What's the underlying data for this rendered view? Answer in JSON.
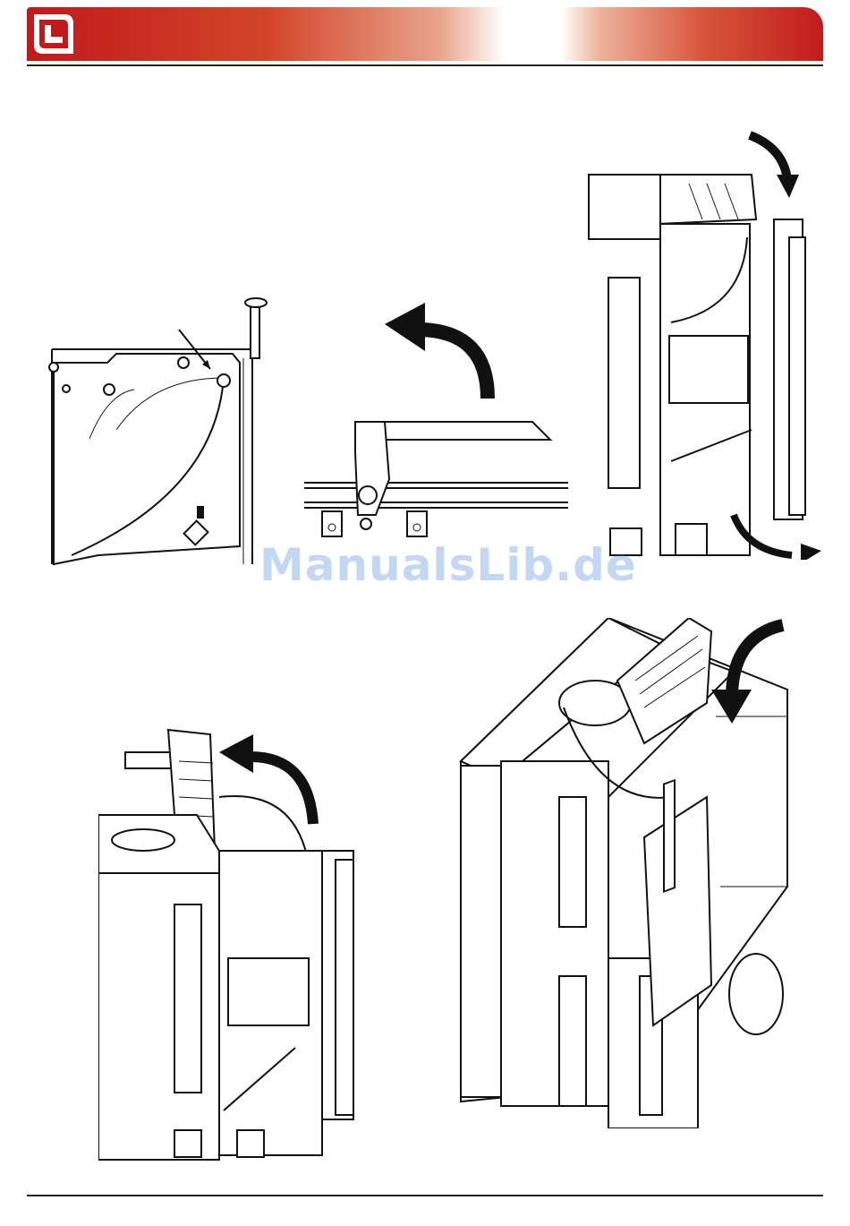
{
  "header": {
    "logo_icon": "brand-logo-icon",
    "gradient_colors": [
      "#c01a1a",
      "#ffffff",
      "#c21c1c"
    ]
  },
  "watermark": {
    "text": "ManualsLib.de"
  },
  "figures": [
    {
      "name": "damper-closeup",
      "icon": "curved-arrow-up-left-icon"
    },
    {
      "name": "hinge-detail",
      "icon": "curved-arrow-up-left-icon"
    },
    {
      "name": "side-view-door-open",
      "icon": "rotate-arrows-icon"
    },
    {
      "name": "side-view-lid-lifted",
      "icon": "curved-arrow-up-right-icon"
    },
    {
      "name": "isometric-view-lid-open",
      "icon": "curved-arrow-down-icon"
    }
  ]
}
